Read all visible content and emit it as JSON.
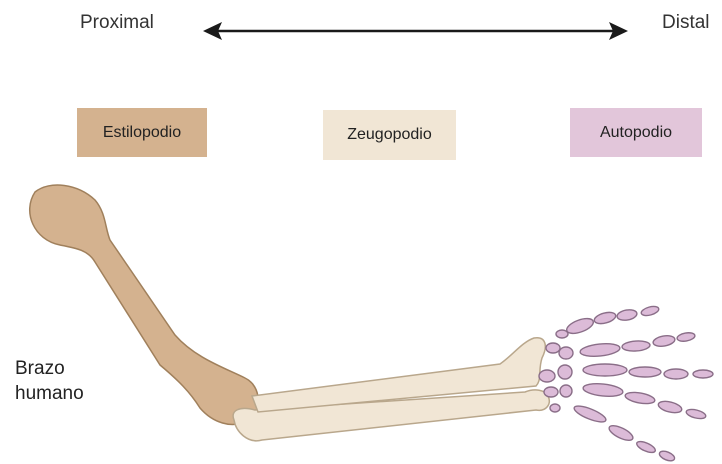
{
  "axis": {
    "proximal": "Proximal",
    "distal": "Distal"
  },
  "segments": [
    {
      "label": "Estilopodio",
      "color": "#d4b28f"
    },
    {
      "label": "Zeugopodio",
      "color": "#f1e6d5"
    },
    {
      "label": "Autopodio",
      "color": "#e2c6da"
    }
  ],
  "caption": {
    "line1": "Brazo",
    "line2": "humano"
  },
  "colors": {
    "stylopod_bone": "#d4b28f",
    "stylopod_stroke": "#a0805c",
    "zeugopod_bone": "#f1e6d5",
    "zeugopod_stroke": "#b9a78c",
    "autopod_bone": "#dcbbd8",
    "autopod_stroke": "#8a6e88",
    "arrow": "#1a1a1a"
  }
}
